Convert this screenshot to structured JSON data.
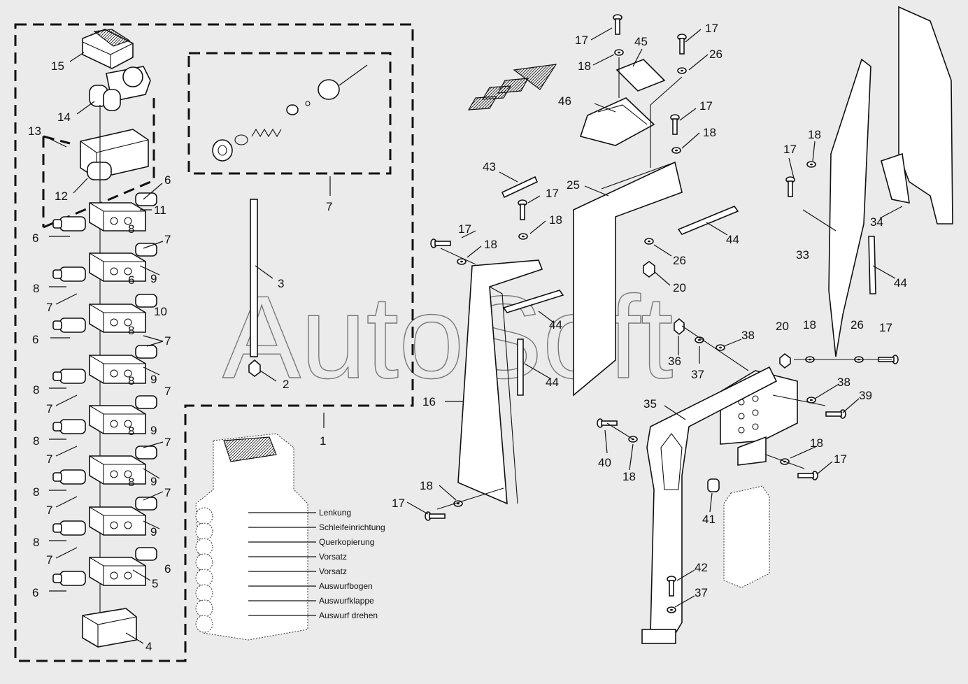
{
  "watermark": "AutoSoft",
  "callouts": {
    "n1": "1",
    "n2": "2",
    "n3": "3",
    "n4": "4",
    "n5": "5",
    "n6": "6",
    "n7": "7",
    "n8": "8",
    "n9": "9",
    "n10": "10",
    "n11": "11",
    "n12": "12",
    "n13": "13",
    "n14": "14",
    "n15": "15",
    "n16": "16",
    "n17": "17",
    "n18": "18",
    "n20": "20",
    "n25": "25",
    "n26": "26",
    "n33": "33",
    "n34": "34",
    "n35": "35",
    "n36": "36",
    "n37": "37",
    "n38": "38",
    "n39": "39",
    "n40": "40",
    "n41": "41",
    "n42": "42",
    "n43": "43",
    "n44": "44",
    "n45": "45",
    "n46": "46"
  },
  "valve_functions": [
    "Lenkung",
    "Schleifeinrichtung",
    "Querkopierung",
    "Vorsatz",
    "Vorsatz",
    "Auswurfbogen",
    "Auswurfklappe",
    "Auswurf drehen"
  ],
  "colors": {
    "background": "#ebebeb",
    "line": "#111111",
    "watermark": "#777777"
  }
}
